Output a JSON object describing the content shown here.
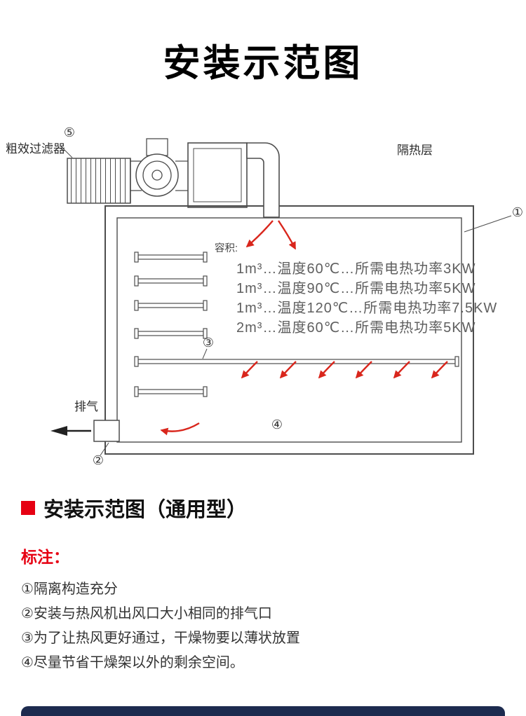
{
  "title": "安装示范图",
  "diagram": {
    "labels": {
      "filter": "粗效过滤器",
      "insulation": "隔热层",
      "exhaust": "排气",
      "volume": "容积:"
    },
    "callouts": {
      "c1": "①",
      "c2": "②",
      "c3": "③",
      "c4": "④",
      "c5": "⑤"
    },
    "specs": [
      "1m³…温度60℃…所需电热功率3KW",
      "1m³…温度90℃…所需电热功率5KW",
      "1m³…温度120℃…所需电热功率7.5KW",
      "2m³…温度60℃…所需电热功率5KW"
    ]
  },
  "section": {
    "heading": "安装示范图（通用型）",
    "notes_label": "标注：",
    "notes": [
      "①隔离构造充分",
      "②安装与热风机出风口大小相同的排气口",
      "③为了让热风更好通过，干燥物要以薄状放置",
      "④尽量节省干燥架以外的剩余空间。"
    ]
  },
  "colors": {
    "accent_red": "#e60012",
    "arrow_red": "#d9261c",
    "line_gray": "#4d4d4d",
    "footer_navy": "#1d2b4f"
  }
}
